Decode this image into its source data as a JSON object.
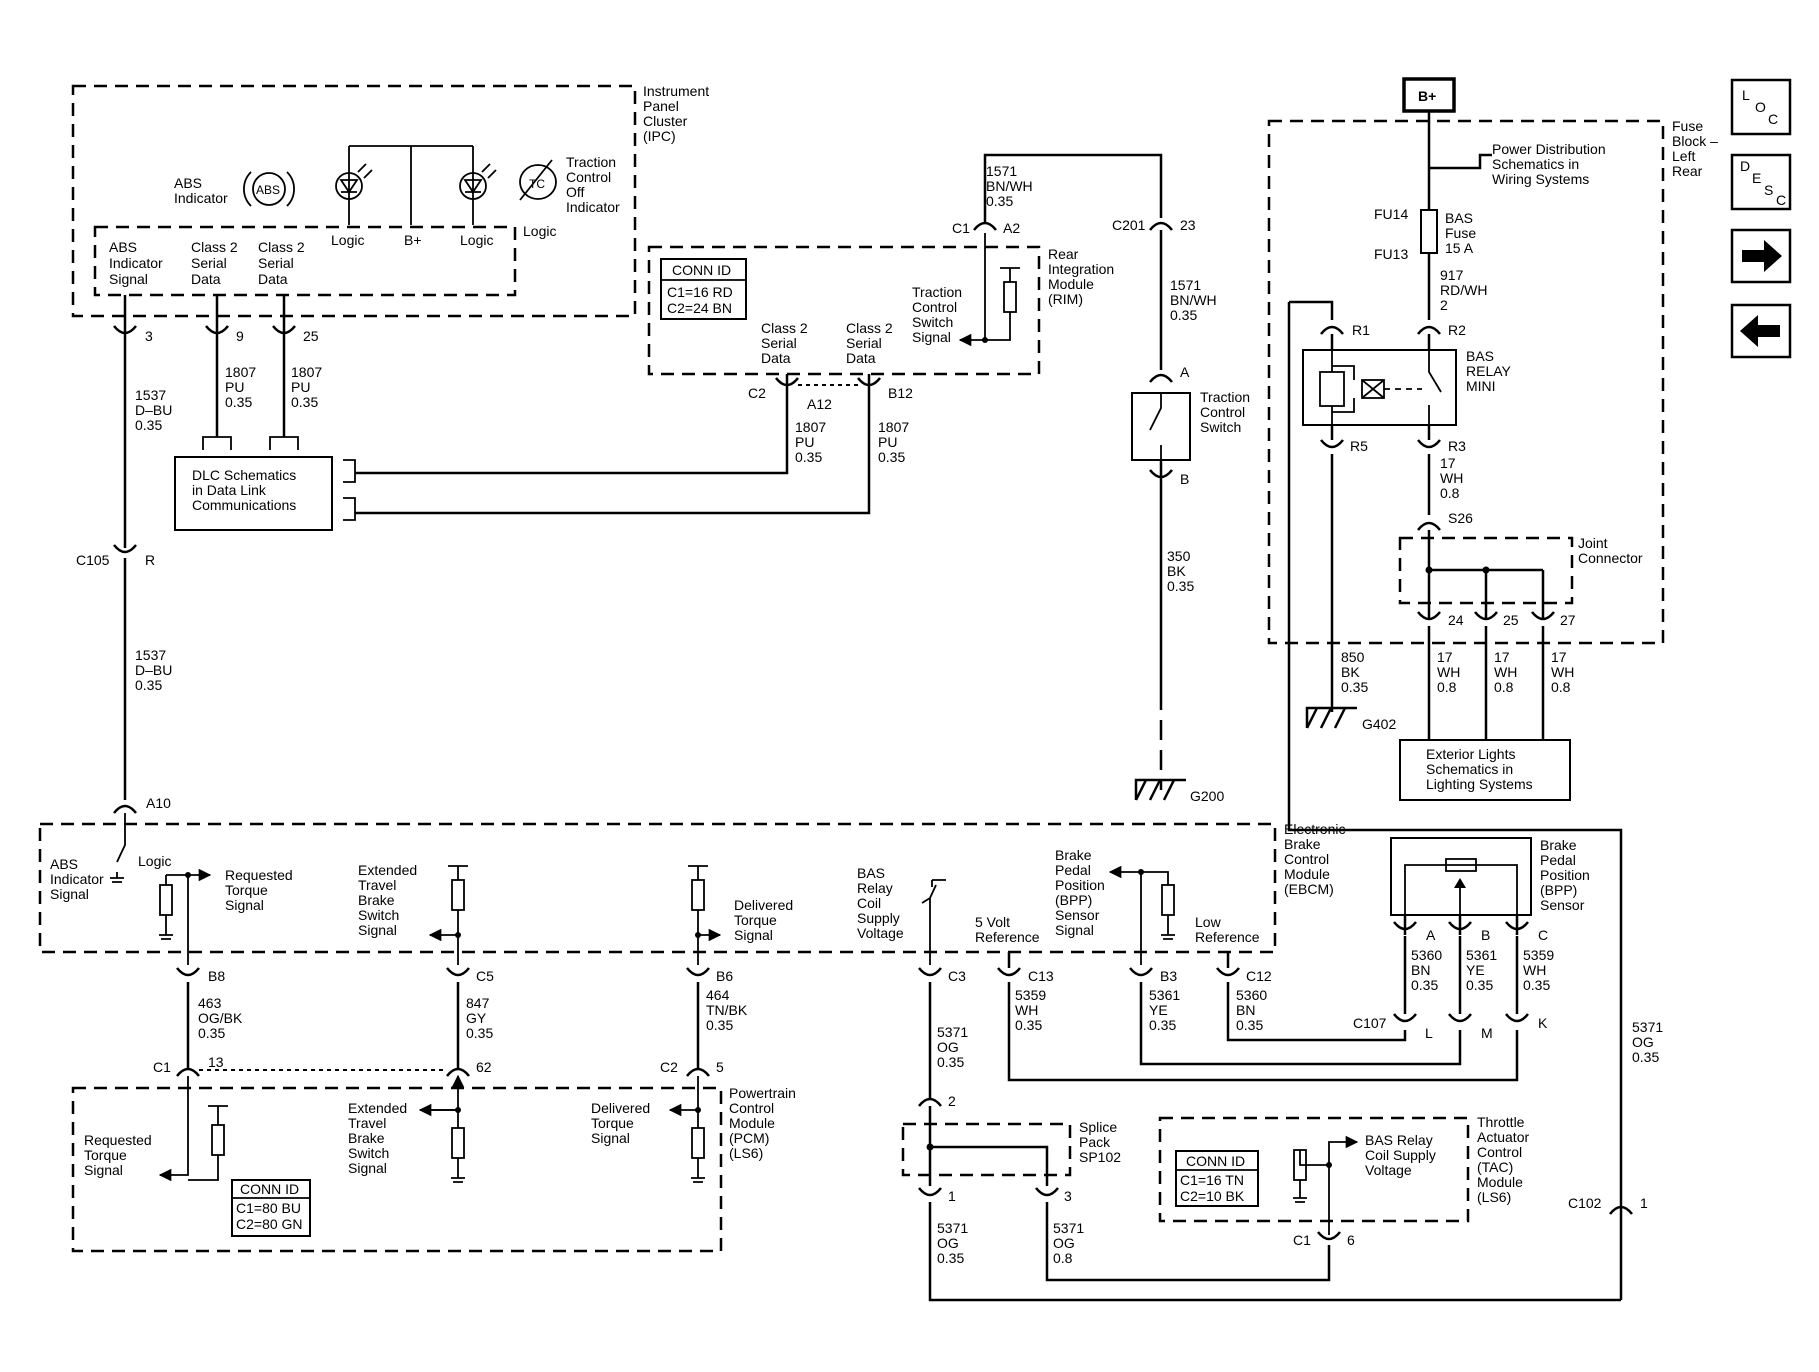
{
  "nav": {
    "loc": [
      "L",
      "O",
      "C"
    ],
    "desc": [
      "D",
      "E",
      "S",
      "C"
    ],
    "next_icon": "arrow-right-icon",
    "prev_icon": "arrow-left-icon"
  },
  "power": {
    "bplus": "B+",
    "fuse_block": [
      "Fuse",
      "Block –",
      "Left",
      "Rear"
    ],
    "power_dist": [
      "Power Distribution",
      "Schematics in",
      "Wiring Systems"
    ],
    "fu14": "FU14",
    "fu13": "FU13",
    "bas_fuse": [
      "BAS",
      "Fuse",
      "15 A"
    ],
    "w917": [
      "917",
      "RD/WH",
      "2"
    ],
    "r1": "R1",
    "r2": "R2",
    "r3": "R3",
    "r5": "R5",
    "relay": [
      "BAS",
      "RELAY",
      "MINI"
    ],
    "w17a": [
      "17",
      "WH",
      "0.8"
    ],
    "s26": "S26",
    "joint": [
      "Joint",
      "Connector"
    ],
    "p24": "24",
    "p25": "25",
    "p27": "27",
    "w850": [
      "850",
      "BK",
      "0.35"
    ],
    "w17b": [
      "17",
      "WH",
      "0.8"
    ],
    "w17c": [
      "17",
      "WH",
      "0.8"
    ],
    "w17d": [
      "17",
      "WH",
      "0.8"
    ],
    "g402": "G402",
    "ext_lights": [
      "Exterior Lights",
      "Schematics in",
      "Lighting Systems"
    ]
  },
  "ipc": {
    "title": [
      "Instrument",
      "Panel",
      "Cluster",
      "(IPC)"
    ],
    "abs_ind": [
      "ABS",
      "Indicator"
    ],
    "abs_icon": "ABS",
    "tc_off": [
      "Traction",
      "Control",
      "Off",
      "Indicator"
    ],
    "logic1": "Logic",
    "bplus": "B+",
    "logic2": "Logic",
    "logic3": "Logic",
    "pin_abs": [
      "ABS",
      "Indicator",
      "Signal"
    ],
    "pin_cls2a": [
      "Class 2",
      "Serial",
      "Data"
    ],
    "pin_cls2b": [
      "Class 2",
      "Serial",
      "Data"
    ],
    "p3": "3",
    "p9": "9",
    "p25": "25",
    "w1537a": [
      "1537",
      "D–BU",
      "0.35"
    ],
    "w1807a": [
      "1807",
      "PU",
      "0.35"
    ],
    "w1807b": [
      "1807",
      "PU",
      "0.35"
    ],
    "dlc": [
      "DLC Schematics",
      "in Data Link",
      "Communications"
    ],
    "c105": "C105",
    "c105r": "R",
    "w1537b": [
      "1537",
      "D–BU",
      "0.35"
    ]
  },
  "rim": {
    "w1571a": [
      "1571",
      "BN/WH",
      "0.35"
    ],
    "c1": "C1",
    "a2": "A2",
    "title": [
      "Rear",
      "Integration",
      "Module",
      "(RIM)"
    ],
    "conn_title": "CONN ID",
    "conn": [
      "C1=16 RD",
      "C2=24 BN"
    ],
    "tcs_sig": [
      "Traction",
      "Control",
      "Switch",
      "Signal"
    ],
    "cls2a": [
      "Class 2",
      "Serial",
      "Data"
    ],
    "cls2b": [
      "Class 2",
      "Serial",
      "Data"
    ],
    "c2": "C2",
    "a12": "A12",
    "b12": "B12",
    "w1807c": [
      "1807",
      "PU",
      "0.35"
    ],
    "w1807d": [
      "1807",
      "PU",
      "0.35"
    ]
  },
  "tcs": {
    "c201": "C201",
    "p23": "23",
    "w1571b": [
      "1571",
      "BN/WH",
      "0.35"
    ],
    "pa": "A",
    "pb": "B",
    "title": [
      "Traction",
      "Control",
      "Switch"
    ],
    "w350": [
      "350",
      "BK",
      "0.35"
    ],
    "g200": "G200"
  },
  "ebcm": {
    "a10": "A10",
    "title": [
      "Electronic",
      "Brake",
      "Control",
      "Module",
      "(EBCM)"
    ],
    "abs_sig": [
      "ABS",
      "Indicator",
      "Signal"
    ],
    "logic": "Logic",
    "req_torque": [
      "Requested",
      "Torque",
      "Signal"
    ],
    "ext_travel": [
      "Extended",
      "Travel",
      "Brake",
      "Switch",
      "Signal"
    ],
    "del_torque": [
      "Delivered",
      "Torque",
      "Signal"
    ],
    "bas_relay": [
      "BAS",
      "Relay",
      "Coil",
      "Supply",
      "Voltage"
    ],
    "five_v": [
      "5 Volt",
      "Reference"
    ],
    "bpp_sig": [
      "Brake",
      "Pedal",
      "Position",
      "(BPP)",
      "Sensor",
      "Signal"
    ],
    "low_ref": [
      "Low",
      "Reference"
    ],
    "b8": "B8",
    "c5": "C5",
    "b6": "B6",
    "c3": "C3",
    "c13": "C13",
    "b3": "B3",
    "c12": "C12",
    "w463": [
      "463",
      "OG/BK",
      "0.35"
    ],
    "w847": [
      "847",
      "GY",
      "0.35"
    ],
    "w464": [
      "464",
      "TN/BK",
      "0.35"
    ],
    "w5371a": [
      "5371",
      "OG",
      "0.35"
    ],
    "w5359a": [
      "5359",
      "WH",
      "0.35"
    ],
    "w5361a": [
      "5361",
      "YE",
      "0.35"
    ],
    "w5360a": [
      "5360",
      "BN",
      "0.35"
    ]
  },
  "bpp": {
    "title": [
      "Brake",
      "Pedal",
      "Position",
      "(BPP)",
      "Sensor"
    ],
    "pa": "A",
    "pb": "B",
    "pc": "C",
    "w5360": [
      "5360",
      "BN",
      "0.35"
    ],
    "w5361": [
      "5361",
      "YE",
      "0.35"
    ],
    "w5359": [
      "5359",
      "WH",
      "0.35"
    ],
    "c107": "C107",
    "pl": "L",
    "pm": "M",
    "pk": "K"
  },
  "pcm": {
    "c1": "C1",
    "p13": "13",
    "p62": "62",
    "c2": "C2",
    "p5": "5",
    "title": [
      "Powertrain",
      "Control",
      "Module",
      "(PCM)",
      "(LS6)"
    ],
    "req_torque": [
      "Requested",
      "Torque",
      "Signal"
    ],
    "ext_travel": [
      "Extended",
      "Travel",
      "Brake",
      "Switch",
      "Signal"
    ],
    "del_torque": [
      "Delivered",
      "Torque",
      "Signal"
    ],
    "conn_title": "CONN ID",
    "conn": [
      "C1=80 BU",
      "C2=80 GN"
    ]
  },
  "splice": {
    "p2": "2",
    "p1": "1",
    "p3": "3",
    "title": [
      "Splice",
      "Pack",
      "SP102"
    ],
    "w5371b": [
      "5371",
      "OG",
      "0.35"
    ],
    "w5371c": [
      "5371",
      "OG",
      "0.8"
    ]
  },
  "tac": {
    "title": [
      "Throttle",
      "Actuator",
      "Control",
      "(TAC)",
      "Module",
      "(LS6)"
    ],
    "conn_title": "CONN ID",
    "conn": [
      "C1=16 TN",
      "C2=10 BK"
    ],
    "bas_relay": [
      "BAS Relay",
      "Coil Supply",
      "Voltage"
    ],
    "c1": "C1",
    "p6": "6",
    "c102": "C102",
    "p1": "1",
    "w5371": [
      "5371",
      "OG",
      "0.35"
    ]
  }
}
